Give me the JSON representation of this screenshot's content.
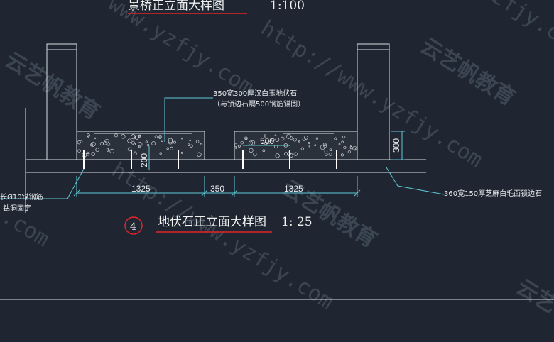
{
  "top_title": "景桥正立面大样图",
  "top_scale": "1:100",
  "detail_number": "4",
  "detail_title": "地伏石正立面大样图",
  "detail_scale": "1: 25",
  "note_top_line1": "350宽300厚汉白玉地伏石",
  "note_top_line2": "（与锁边石隔500钢筋锚固）",
  "note_right": "360宽150厚芝麻白毛面锁边石",
  "note_left_line1": "长Ø10锚钢筋",
  "note_left_line2": "钻洞固定",
  "dims": {
    "d1325a": "1325",
    "d350": "350",
    "d1325b": "1325",
    "d500": "500",
    "d200": "200",
    "d300": "300"
  },
  "watermarks": {
    "url": "http://www.yzfjy.com",
    "brand": "云艺帆教育",
    "url_short": "www.yzfjy.com",
    "url_tail": ".com",
    "brand_short": "云艺",
    "brand_partial": "艺帆教育",
    "url_partial": "zfjy.com"
  },
  "colors": {
    "background": "#1f2631",
    "line": "#d8dde4",
    "dimension": "#5fc8d6",
    "title_underline": "#e0242a",
    "watermark": "#3c4653"
  }
}
